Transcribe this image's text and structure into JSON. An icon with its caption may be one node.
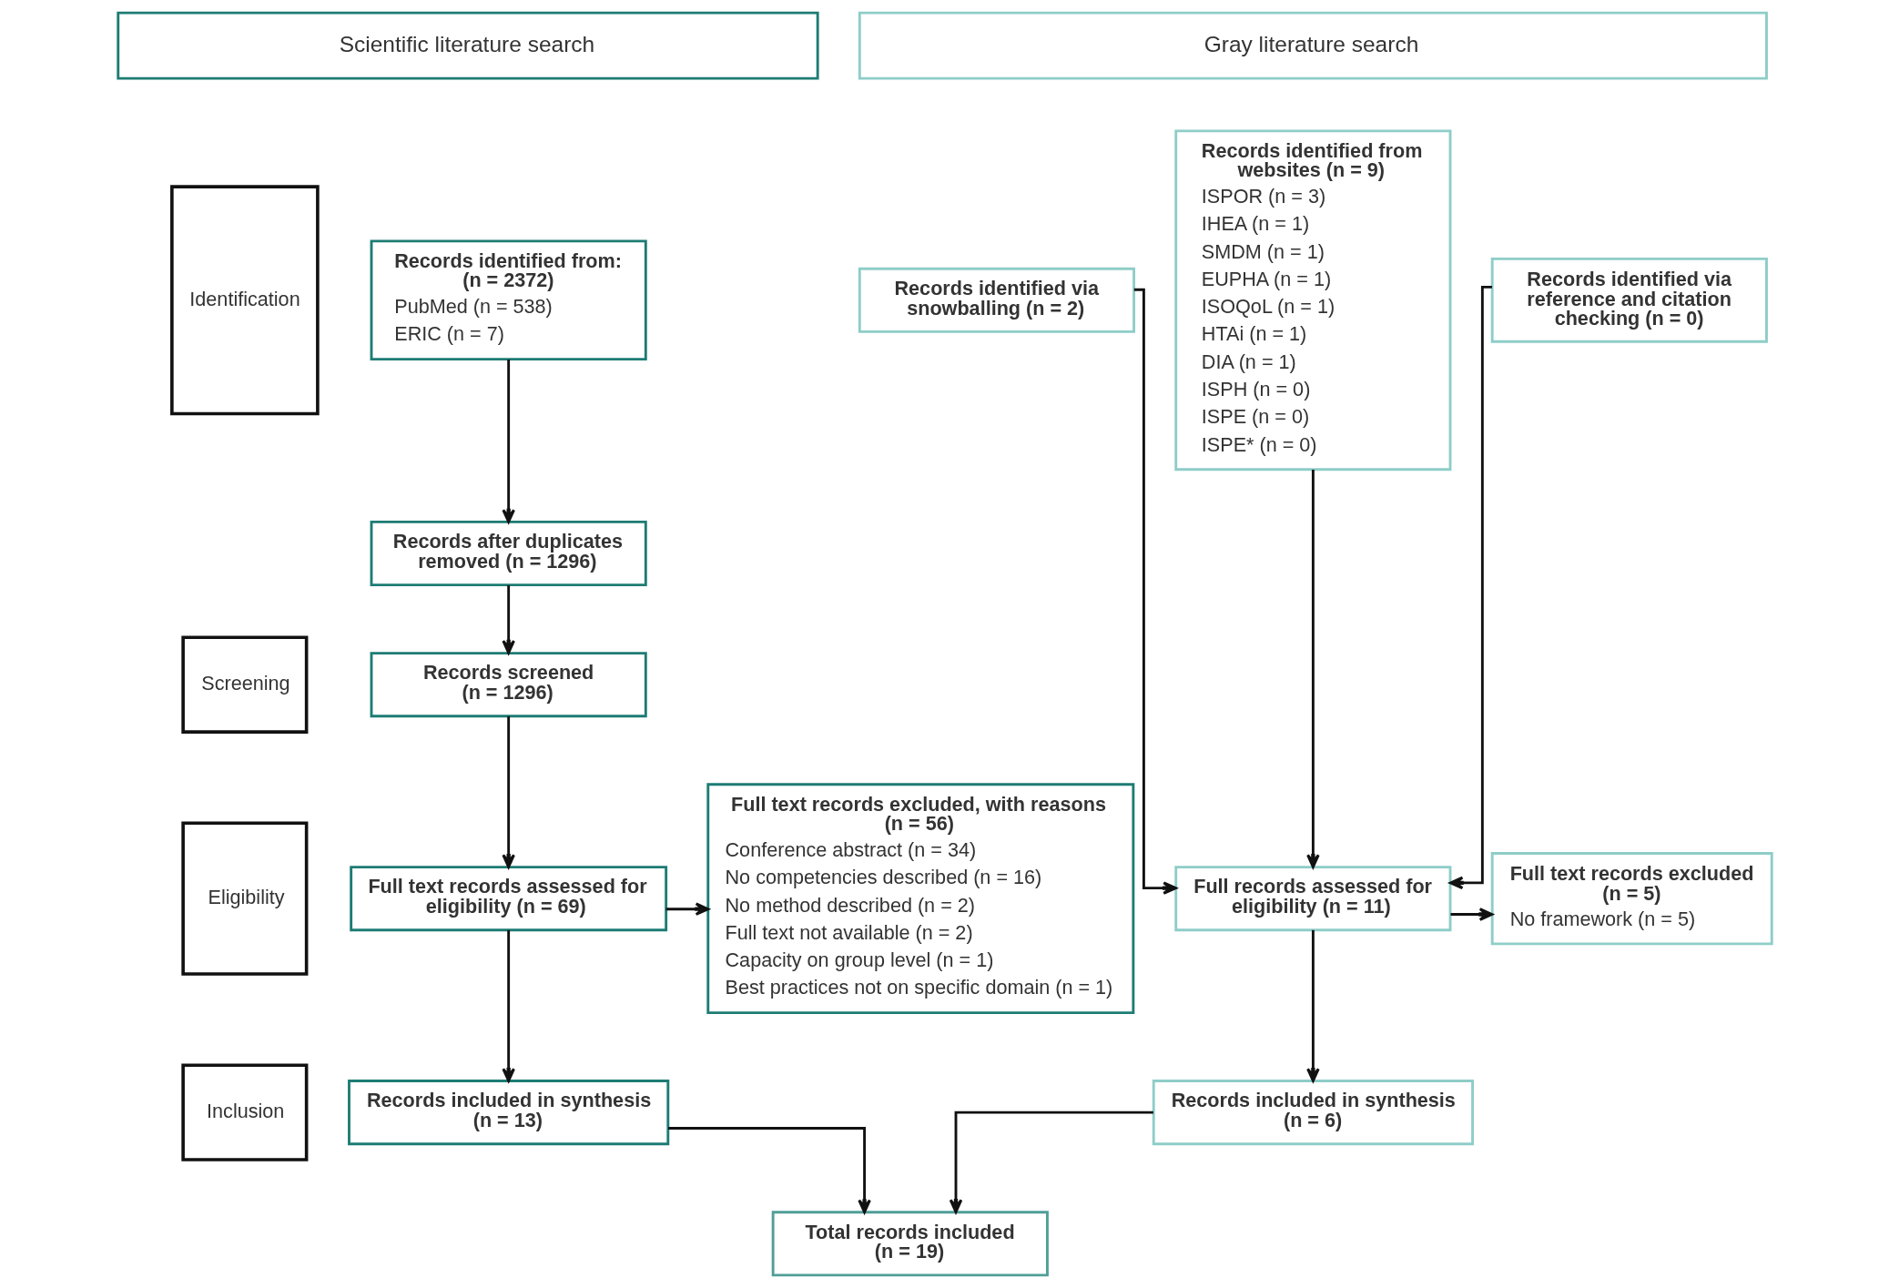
{
  "diagram": {
    "nodes": [
      {
        "text": [
          "Scientific literature search"
        ]
      },
      {
        "text": [
          "Gray literature search"
        ]
      },
      {
        "text": [
          "Identification"
        ]
      },
      {
        "text": [
          "Records identified from: (n = 2372)",
          "PubMed (n = 538)",
          "ERIC (n = 7)"
        ]
      },
      {
        "text": [
          "Records identified via snowballing (n = 2)"
        ]
      },
      {
        "text": [
          "Records identified from websites (n = 9)",
          "ISPOR (n = 3)",
          "IHEA (n = 1)",
          "SMDM (n = 1)",
          "EUPHA (n = 1)",
          "ISOQoL (n = 1)",
          "HTAi (n = 1)",
          "DIA (n = 1)",
          "ISPH (n = 0)",
          "ISPE (n = 0)",
          "ISPE* (n = 0)"
        ]
      },
      {
        "text": [
          "Records identified via reference and citation checking (n = 0)"
        ]
      },
      {
        "text": [
          "Records after duplicates removed (n = 1296)"
        ]
      },
      {
        "text": [
          "Screening"
        ]
      },
      {
        "text": [
          "Records screened (n = 1296)"
        ]
      },
      {
        "text": [
          "Eligibility"
        ]
      },
      {
        "text": [
          "Full text records assessed for eligibility (n = 69)"
        ]
      },
      {
        "text": [
          "Full text records excluded, with reasons (n = 56)",
          "Conference abstract (n = 34)",
          "No competencies described (n = 16)",
          "No method described (n = 2)",
          "Full text not available (n = 2)",
          "Capacity on group level (n = 1)",
          "Best practices not on specific domain (n = 1)"
        ]
      },
      {
        "text": [
          "Full records assessed for eligibility (n = 11)"
        ]
      },
      {
        "text": [
          "Full text records excluded (n = 5)",
          "No framework (n = 5)"
        ]
      },
      {
        "text": [
          "Inclusion"
        ]
      },
      {
        "text": [
          "Records included in synthesis (n = 13)"
        ]
      },
      {
        "text": [
          "Records included in synthesis (n = 6)"
        ]
      },
      {
        "text": [
          "Total records included (n = 19)"
        ]
      }
    ],
    "edges": [
      {
        "from": 3,
        "to": 7,
        "arrow": "to"
      },
      {
        "from": 7,
        "to": 9,
        "arrow": "to"
      },
      {
        "from": 9,
        "to": 11,
        "arrow": "to"
      },
      {
        "from": 11,
        "to": 12,
        "arrow": "to"
      },
      {
        "from": 11,
        "to": 16,
        "arrow": "to"
      },
      {
        "from": 4,
        "to": 13,
        "arrow": "to"
      },
      {
        "from": 5,
        "to": 13,
        "arrow": "to"
      },
      {
        "from": 6,
        "to": 13,
        "arrow": "to"
      },
      {
        "from": 13,
        "to": 14,
        "arrow": "to"
      },
      {
        "from": 13,
        "to": 17,
        "arrow": "to"
      },
      {
        "from": 16,
        "to": 18,
        "arrow": "to"
      },
      {
        "from": 17,
        "to": 18,
        "arrow": "to"
      }
    ]
  }
}
